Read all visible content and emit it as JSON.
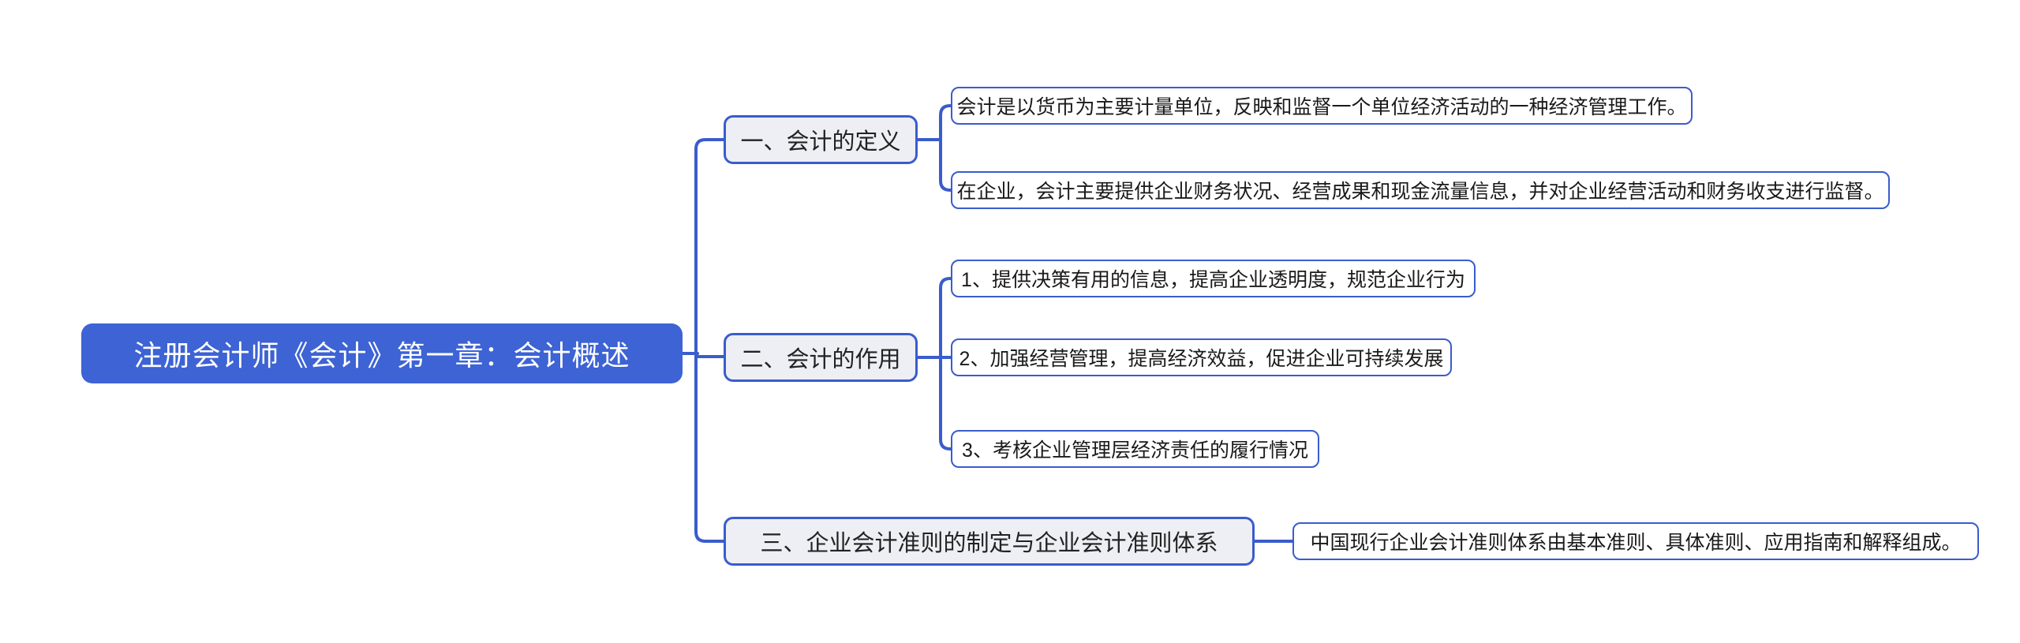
{
  "colors": {
    "background": "#ffffff",
    "root_fill": "#3d63d4",
    "root_text": "#ffffff",
    "branch_fill": "#edeff4",
    "leaf_fill": "#ffffff",
    "node_border": "#3a5ccc",
    "connector": "#3a5ccc",
    "node_text": "#1a1a1a"
  },
  "mindmap": {
    "root": {
      "label": "注册会计师《会计》第一章：会计概述"
    },
    "branches": [
      {
        "label": "一、会计的定义",
        "children": [
          "会计是以货币为主要计量单位，反映和监督一个单位经济活动的一种经济管理工作。",
          "在企业，会计主要提供企业财务状况、经营成果和现金流量信息，并对企业经营活动和财务收支进行监督。"
        ]
      },
      {
        "label": "二、会计的作用",
        "children": [
          "1、提供决策有用的信息，提高企业透明度，规范企业行为",
          "2、加强经营管理，提高经济效益，促进企业可持续发展",
          "3、考核企业管理层经济责任的履行情况"
        ]
      },
      {
        "label": "三、企业会计准则的制定与企业会计准则体系",
        "children": [
          "中国现行企业会计准则体系由基本准则、具体准则、应用指南和解释组成。"
        ]
      }
    ]
  }
}
